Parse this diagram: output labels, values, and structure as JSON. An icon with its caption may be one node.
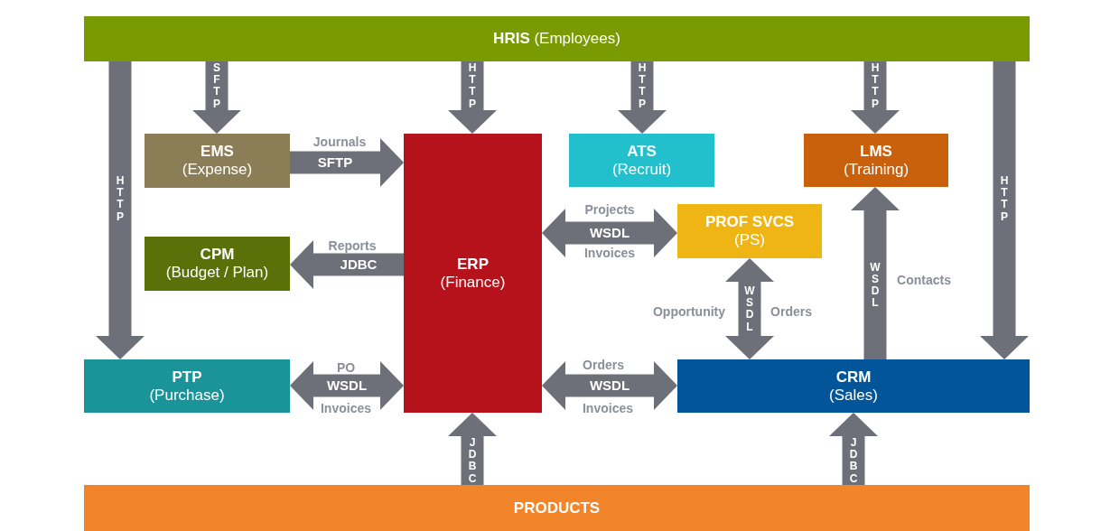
{
  "diagram": {
    "nodes": [
      {
        "text": [
          "**HRIS** (Employees)"
        ]
      },
      {
        "text": [
          "EMS",
          "(Expense)"
        ]
      },
      {
        "text": [
          "ERP",
          "(Finance)"
        ]
      },
      {
        "text": [
          "ATS",
          "(Recruit)"
        ]
      },
      {
        "text": [
          "LMS",
          "(Training)"
        ]
      },
      {
        "text": [
          "CPM",
          "(Budget / Plan)"
        ]
      },
      {
        "text": [
          "PROF SVCS",
          "(PS)"
        ]
      },
      {
        "text": [
          "PTP",
          "(Purchase)"
        ]
      },
      {
        "text": [
          "CRM",
          "(Sales)"
        ]
      },
      {
        "text": [
          "PRODUCTS"
        ]
      }
    ],
    "edges": [
      {
        "from": 0,
        "to": 1,
        "arrow": "to",
        "label": "SFTP"
      },
      {
        "from": 0,
        "to": 2,
        "arrow": "to",
        "label": "HTTP"
      },
      {
        "from": 0,
        "to": 3,
        "arrow": "to",
        "label": "HTTP"
      },
      {
        "from": 0,
        "to": 4,
        "arrow": "to",
        "label": "HTTP"
      },
      {
        "from": 0,
        "to": 7,
        "arrow": "to",
        "label": "HTTP"
      },
      {
        "from": 0,
        "to": 8,
        "arrow": "to",
        "label": "HTTP"
      },
      {
        "from": 1,
        "to": 2,
        "arrow": "to",
        "label": "SFTP"
      },
      {
        "from": 2,
        "to": 5,
        "arrow": "to",
        "label": "JDBC"
      },
      {
        "from": 2,
        "to": 6,
        "arrow": "both",
        "label": "WSDL"
      },
      {
        "from": 7,
        "to": 2,
        "arrow": "both",
        "label": "WSDL"
      },
      {
        "from": 2,
        "to": 8,
        "arrow": "both",
        "label": "WSDL"
      },
      {
        "from": 6,
        "to": 8,
        "arrow": "both",
        "label": "WSDL"
      },
      {
        "from": 8,
        "to": 4,
        "arrow": "to",
        "label": "WSDL"
      },
      {
        "from": 9,
        "to": 2,
        "arrow": "to",
        "label": "JDBC"
      },
      {
        "from": 9,
        "to": 8,
        "arrow": "to",
        "label": "JDBC"
      }
    ],
    "labels": [
      "Journals",
      "Projects",
      "Reports",
      "Invoices",
      "Contacts",
      "Opportunity",
      "Orders",
      "Orders",
      "PO",
      "Invoices",
      "Invoices"
    ]
  }
}
